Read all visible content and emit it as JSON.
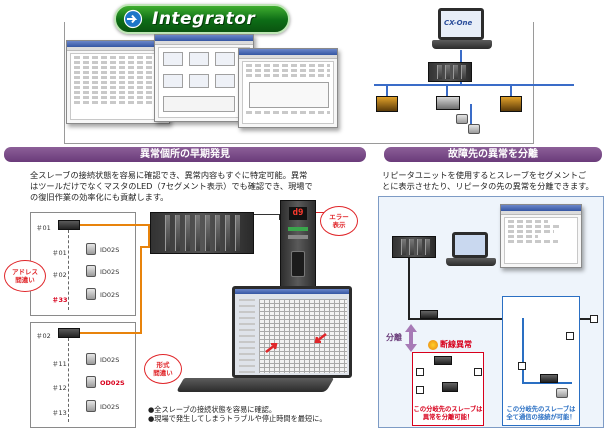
{
  "top": {
    "banner_title": "Integrator",
    "laptop_logo": "CX-One",
    "colors": {
      "banner": "#0d6c16",
      "network": "#3a6cc8"
    }
  },
  "left": {
    "header": "異常個所の早期発見",
    "desc_lines": [
      "全スレーブの接続状態を容易に確認でき、異常内容もすぐに特定可能。異常",
      "はツールだけでなくマスタのLED（7セグメント表示）でも確認でき、現場で",
      "の復旧作業の効率化にも貢献します。"
    ],
    "group1": {
      "master_addr": "＃01",
      "slaves": [
        {
          "addr": "＃01",
          "model": "ID02S"
        },
        {
          "addr": "＃02",
          "model": "ID02S"
        },
        {
          "addr": "＃33",
          "model": "ID02S",
          "error": true
        }
      ]
    },
    "group2": {
      "master_addr": "＃02",
      "slaves": [
        {
          "addr": "＃11",
          "model": "ID02S"
        },
        {
          "addr": "＃12",
          "model": "OD02S",
          "error": true
        },
        {
          "addr": "＃13",
          "model": "ID02S"
        }
      ]
    },
    "callouts": {
      "address_error": [
        "アドレス",
        "間違い"
      ],
      "format_error": [
        "形式",
        "間違い"
      ],
      "error_display": [
        "エラー",
        "表示"
      ]
    },
    "seven_seg": "d9",
    "bullets": [
      "●全スレーブの接続状態を容易に確認。",
      "●現場で発生してしまうトラブルや停止時間を最短に。"
    ],
    "colors": {
      "header": "#6a3b7a",
      "error": "#d8001c",
      "line": "#e8830c"
    }
  },
  "right": {
    "header": "故障先の異常を分離",
    "desc_lines": [
      "リピータユニットを使用するとスレーブをセグメントご",
      "とに表示させたり、リピータの先の異常を分離できます。"
    ],
    "isolate_label": "分離",
    "break_label": "断線異常",
    "seg_red_text": [
      "この分岐先のスレーブは",
      "異常を分離可能！"
    ],
    "seg_blue_text": [
      "この分岐先のスレーブは",
      "全て通信の接続が可能！"
    ],
    "colors": {
      "red": "#d8001c",
      "blue": "#2a6fc3"
    }
  }
}
